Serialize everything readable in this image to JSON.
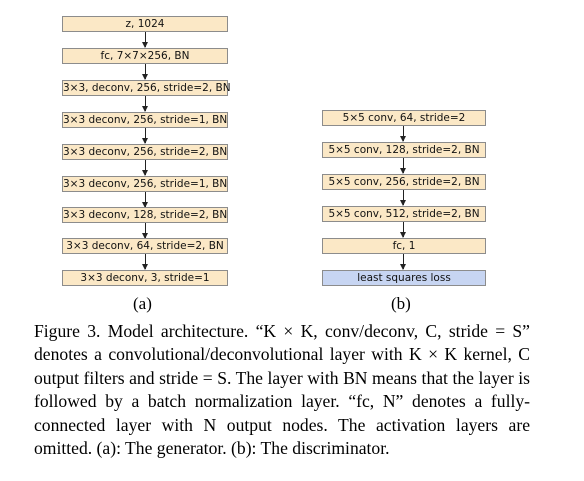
{
  "figure": {
    "generator_layers": [
      "z, 1024",
      "fc, 7×7×256, BN",
      "3×3, deconv, 256, stride=2, BN",
      "3×3 deconv, 256, stride=1, BN",
      "3×3 deconv, 256, stride=2, BN",
      "3×3 deconv, 256, stride=1, BN",
      "3×3 deconv, 128, stride=2, BN",
      "3×3 deconv, 64, stride=2, BN",
      "3×3 deconv, 3, stride=1"
    ],
    "discriminator_layers": [
      "5×5 conv, 64, stride=2",
      "5×5 conv, 128, stride=2, BN",
      "5×5 conv, 256, stride=2, BN",
      "5×5 conv, 512, stride=2, BN",
      "fc, 1",
      "least squares loss"
    ],
    "label_a": "(a)",
    "label_b": "(b)"
  },
  "caption": {
    "text": "Figure 3. Model architecture. “K × K, conv/deconv, C, stride = S” denotes a convolutional/deconvolutional layer with K × K kernel, C output filters and stride = S. The layer with BN means that the layer is followed by a batch normalization layer. “fc, N” denotes a fully-connected layer with N output nodes. The activation layers are omitted. (a): The generator. (b): The discriminator."
  },
  "colors": {
    "layer_fill": "#fbe8c6",
    "loss_fill": "#c7d5f2",
    "border": "#8c8c8c"
  }
}
